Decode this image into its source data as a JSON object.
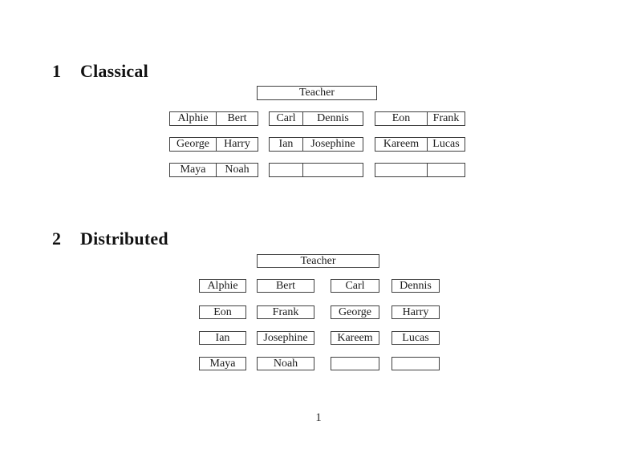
{
  "page_number": "1",
  "sections": [
    {
      "number": "1",
      "title": "Classical"
    },
    {
      "number": "2",
      "title": "Distributed"
    }
  ],
  "classical": {
    "teacher_label": "Teacher",
    "desks": [
      {
        "left": "Alphie",
        "right": "Bert"
      },
      {
        "left": "Carl",
        "right": "Dennis"
      },
      {
        "left": "Eon",
        "right": "Frank"
      },
      {
        "left": "George",
        "right": "Harry"
      },
      {
        "left": "Ian",
        "right": "Josephine"
      },
      {
        "left": "Kareem",
        "right": "Lucas"
      },
      {
        "left": "Maya",
        "right": "Noah"
      },
      {
        "left": "",
        "right": ""
      },
      {
        "left": "",
        "right": ""
      }
    ]
  },
  "distributed": {
    "teacher_label": "Teacher",
    "seats": [
      "Alphie",
      "Bert",
      "Carl",
      "Dennis",
      "Eon",
      "Frank",
      "George",
      "Harry",
      "Ian",
      "Josephine",
      "Kareem",
      "Lucas",
      "Maya",
      "Noah",
      "",
      ""
    ]
  },
  "colors": {
    "background": "#ffffff",
    "border": "#3f3f3f",
    "text": "#1a1a1a"
  }
}
